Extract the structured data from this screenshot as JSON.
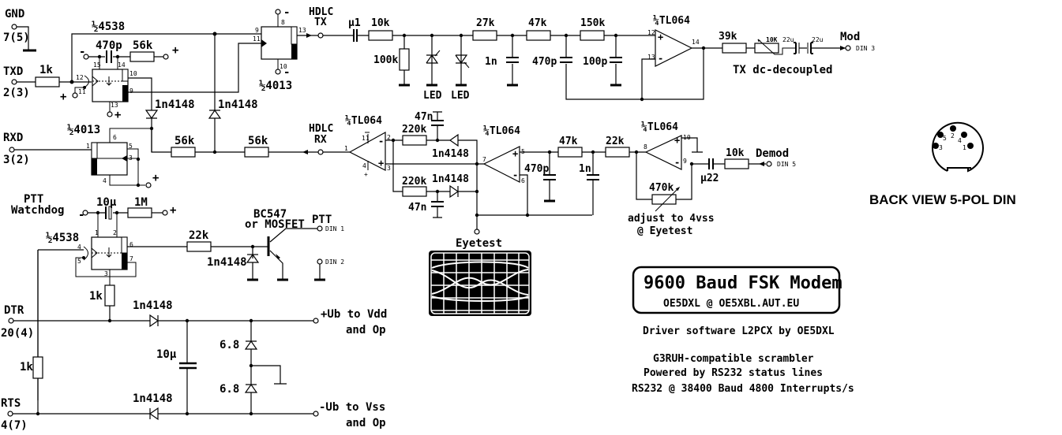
{
  "title": "9600 Baud FSK Modem",
  "author": "OE5DXL @ OE5XBL.AUT.EU",
  "driver": "Driver software L2PCX by OE5DXL",
  "notes": [
    "G3RUH-compatible scrambler",
    "Powered by RS232 status lines",
    "RS232 @ 38400 Baud 4800 Interrupts/s"
  ],
  "din": {
    "caption": "BACK VIEW 5-POL DIN",
    "pins": [
      "5",
      "2",
      "4",
      "3",
      "1"
    ]
  },
  "ports": {
    "gnd": {
      "name": "GND",
      "pin": "7(5)"
    },
    "txd": {
      "name": "TXD",
      "pin": "2(3)"
    },
    "rxd": {
      "name": "RXD",
      "pin": "3(2)"
    },
    "dtr": {
      "name": "DTR",
      "pin": "20(4)"
    },
    "rts": {
      "name": "RTS",
      "pin": "4(7)"
    },
    "ptt_wd": {
      "line1": "PTT",
      "line2": "Watchdog"
    },
    "hdlc_tx": {
      "line1": "HDLC",
      "line2": "TX"
    },
    "hdlc_rx": {
      "line1": "HDLC",
      "line2": "RX"
    },
    "mod": {
      "name": "Mod",
      "din": "DIN 3"
    },
    "demod": {
      "name": "Demod",
      "din": "DIN 5"
    },
    "ptt": {
      "name": "PTT",
      "din": "DIN 1"
    },
    "din2": "DIN 2",
    "vdd": {
      "line1": "+Ub to Vdd",
      "line2": "and Op"
    },
    "vss": {
      "line1": "-Ub to Vss",
      "line2": "and Op"
    },
    "eyetest": "Eyetest"
  },
  "ics": {
    "mono_top": "½4538",
    "ff_top": "½4013",
    "ff_rx": "½4013",
    "mono_ptt": "½4538",
    "op_tx": "¼TL064",
    "op_rx1": "¼TL064",
    "op_rx2": "¼TL064",
    "op_rx3": "¼TL064"
  },
  "components": {
    "r_txd": "1k",
    "c_470p_top": "470p",
    "r_56k_top": "56k",
    "d1": "1n4148",
    "d2": "1n4148",
    "r_56k_a": "56k",
    "r_56k_b": "56k",
    "c_u1": "µ1",
    "r_10k": "10k",
    "r_100k": "100k",
    "led1": "LED",
    "led2": "LED",
    "r_27k": "27k",
    "c_1n": "1n",
    "r_47k": "47k",
    "c_470p": "470p",
    "r_150k": "150k",
    "c_100p": "100p",
    "r_39k": "39k",
    "pot_10k": "10K",
    "c_22u_a": "22u",
    "c_22u_b": "22u",
    "tx_note": "TX dc-decoupled",
    "c_47n_a": "47n",
    "r_220k_a": "220k",
    "d_a": "1n4148",
    "r_220k_b": "220k",
    "d_b": "1n4148",
    "c_47n_b": "47n",
    "r_47k_rx": "47k",
    "c_470p_rx": "470p",
    "r_22k_rx": "22k",
    "c_1n_rx": "1n",
    "pot_470k": "470k",
    "adj_note1": "adjust to 4vss",
    "adj_note2": "@ Eyetest",
    "c_u22": "µ22",
    "r_10k_rx": "10k",
    "c_10u_ptt": "10µ",
    "r_1M": "1M",
    "r_22k_ptt": "22k",
    "q_ptt1": "BC547",
    "q_ptt2": "or MOSFET",
    "d_ptt": "1n4148",
    "r_1k_ptt": "1k",
    "d_dtr": "1n4148",
    "c_10u": "10µ",
    "z1": "6.8",
    "z2": "6.8",
    "r_1k_rts": "1k",
    "d_rts": "1n4148"
  }
}
